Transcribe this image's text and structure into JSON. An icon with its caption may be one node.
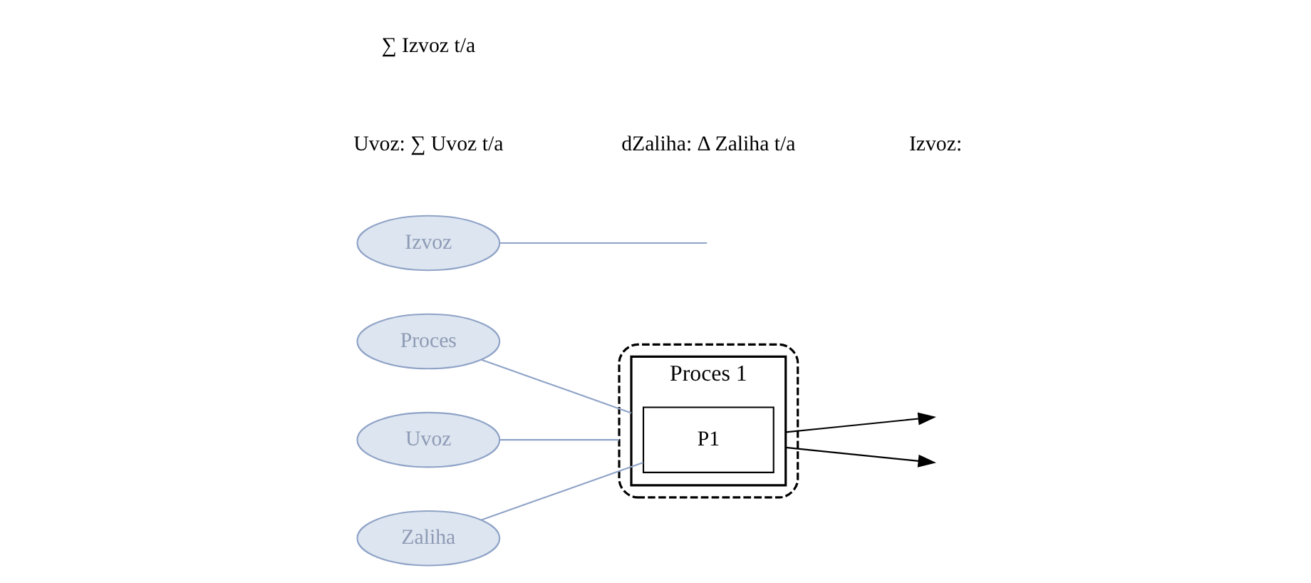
{
  "diagram": {
    "nodes": [
      {
        "text": [
          "Proces"
        ]
      },
      {
        "text": [
          "Uvoz"
        ]
      },
      {
        "text": [],
        "shape": "box"
      },
      {
        "text": [
          "Proces 1"
        ],
        "in": 2
      },
      {
        "text": [
          "P1"
        ],
        "in": 3
      },
      {
        "text": [
          "Izvoz"
        ]
      },
      {
        "text": [
          "Zaliha"
        ]
      }
    ],
    "edges": [
      {
        "from": 3,
        "to": null,
        "arrow": "to",
        "color": "#000000"
      },
      {
        "from": 3,
        "to": null,
        "arrow": "to",
        "color": "#000000"
      },
      {
        "from": 0,
        "to": 3,
        "arrow": "none"
      },
      {
        "from": 1,
        "to": 2,
        "arrow": "none"
      },
      {
        "from": 5,
        "to": null,
        "arrow": "none"
      },
      {
        "from": 6,
        "to": 4,
        "arrow": "none"
      }
    ],
    "labels": [
      "Uvoz: ∑ Uvoz t/a",
      "∑ Izvoz t/a",
      "dZaliha: Δ Zaliha t/a",
      "Izvoz:"
    ]
  }
}
